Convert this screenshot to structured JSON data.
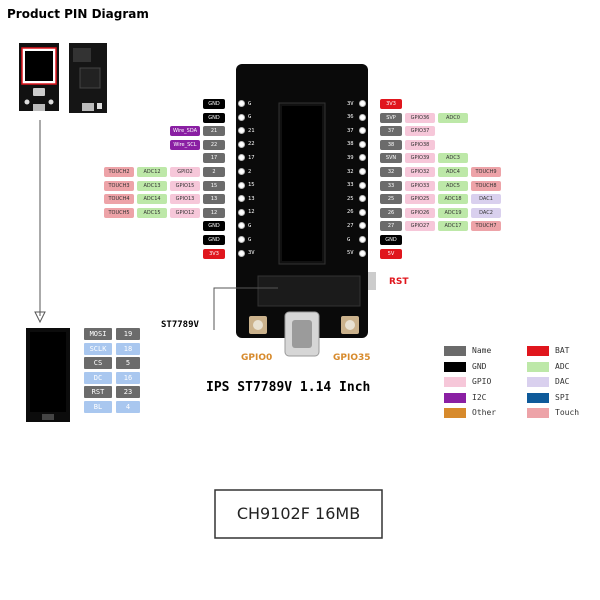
{
  "title": "Product PIN Diagram",
  "chip_label": "IPS ST7789V 1.14 Inch",
  "display_driver": "ST7789V",
  "bottom_box": "CH9102F 16MB",
  "buttons": {
    "left": "GPIO0",
    "right": "GPIO35",
    "rst": "RST"
  },
  "colors": {
    "name": "#6b6b6b",
    "gnd": "#000000",
    "gpio": "#f6c7d9",
    "i2c": "#8a1fa3",
    "other": "#d78a2c",
    "bat": "#e0161d",
    "adc": "#bde8a8",
    "dac": "#d9d0ee",
    "spi": "#0e5a9a",
    "touch": "#eda3a8"
  },
  "left_rows": [
    {
      "pin": "G",
      "labels": [
        {
          "t": "GND",
          "c": "gnd"
        }
      ]
    },
    {
      "pin": "G",
      "labels": [
        {
          "t": "GND",
          "c": "gnd"
        }
      ]
    },
    {
      "pin": "21",
      "labels": [
        {
          "t": "Wire_SDA",
          "c": "i2c"
        },
        {
          "t": "21",
          "c": "name"
        }
      ]
    },
    {
      "pin": "22",
      "labels": [
        {
          "t": "Wire_SCL",
          "c": "i2c"
        },
        {
          "t": "22",
          "c": "name"
        }
      ]
    },
    {
      "pin": "17",
      "labels": [
        {
          "t": "17",
          "c": "name"
        }
      ]
    },
    {
      "pin": "2",
      "labels": [
        {
          "t": "TOUCH2",
          "c": "touch"
        },
        {
          "t": "ADC12",
          "c": "adc"
        },
        {
          "t": "GPIO2",
          "c": "gpio"
        },
        {
          "t": "2",
          "c": "name"
        }
      ]
    },
    {
      "pin": "15",
      "labels": [
        {
          "t": "TOUCH3",
          "c": "touch"
        },
        {
          "t": "ADC13",
          "c": "adc"
        },
        {
          "t": "GPIO15",
          "c": "gpio"
        },
        {
          "t": "15",
          "c": "name"
        }
      ]
    },
    {
      "pin": "13",
      "labels": [
        {
          "t": "TOUCH4",
          "c": "touch"
        },
        {
          "t": "ADC14",
          "c": "adc"
        },
        {
          "t": "GPIO13",
          "c": "gpio"
        },
        {
          "t": "13",
          "c": "name"
        }
      ]
    },
    {
      "pin": "12",
      "labels": [
        {
          "t": "TOUCH5",
          "c": "touch"
        },
        {
          "t": "ADC15",
          "c": "adc"
        },
        {
          "t": "GPIO12",
          "c": "gpio"
        },
        {
          "t": "12",
          "c": "name"
        }
      ]
    },
    {
      "pin": "G",
      "labels": [
        {
          "t": "GND",
          "c": "gnd"
        }
      ]
    },
    {
      "pin": "G",
      "labels": [
        {
          "t": "GND",
          "c": "gnd"
        }
      ]
    },
    {
      "pin": "3V",
      "labels": [
        {
          "t": "3V3",
          "c": "bat"
        }
      ]
    }
  ],
  "right_rows": [
    {
      "pin": "3V",
      "labels": [
        {
          "t": "3V3",
          "c": "bat"
        }
      ]
    },
    {
      "pin": "36",
      "labels": [
        {
          "t": "SVP",
          "c": "name"
        },
        {
          "t": "GPIO36",
          "c": "gpio"
        },
        {
          "t": "ADC0",
          "c": "adc"
        }
      ]
    },
    {
      "pin": "37",
      "labels": [
        {
          "t": "37",
          "c": "name"
        },
        {
          "t": "GPIO37",
          "c": "gpio"
        }
      ]
    },
    {
      "pin": "38",
      "labels": [
        {
          "t": "38",
          "c": "name"
        },
        {
          "t": "GPIO38",
          "c": "gpio"
        }
      ]
    },
    {
      "pin": "39",
      "labels": [
        {
          "t": "SVN",
          "c": "name"
        },
        {
          "t": "GPIO39",
          "c": "gpio"
        },
        {
          "t": "ADC3",
          "c": "adc"
        }
      ]
    },
    {
      "pin": "32",
      "labels": [
        {
          "t": "32",
          "c": "name"
        },
        {
          "t": "GPIO32",
          "c": "gpio"
        },
        {
          "t": "ADC4",
          "c": "adc"
        },
        {
          "t": "TOUCH9",
          "c": "touch"
        }
      ]
    },
    {
      "pin": "33",
      "labels": [
        {
          "t": "33",
          "c": "name"
        },
        {
          "t": "GPIO33",
          "c": "gpio"
        },
        {
          "t": "ADC5",
          "c": "adc"
        },
        {
          "t": "TOUCH8",
          "c": "touch"
        }
      ]
    },
    {
      "pin": "25",
      "labels": [
        {
          "t": "25",
          "c": "name"
        },
        {
          "t": "GPIO25",
          "c": "gpio"
        },
        {
          "t": "ADC18",
          "c": "adc"
        },
        {
          "t": "DAC1",
          "c": "dac"
        }
      ]
    },
    {
      "pin": "26",
      "labels": [
        {
          "t": "26",
          "c": "name"
        },
        {
          "t": "GPIO26",
          "c": "gpio"
        },
        {
          "t": "ADC19",
          "c": "adc"
        },
        {
          "t": "DAC2",
          "c": "dac"
        }
      ]
    },
    {
      "pin": "27",
      "labels": [
        {
          "t": "27",
          "c": "name"
        },
        {
          "t": "GPIO27",
          "c": "gpio"
        },
        {
          "t": "ADC17",
          "c": "adc"
        },
        {
          "t": "TOUCH7",
          "c": "touch"
        }
      ]
    },
    {
      "pin": "G",
      "labels": [
        {
          "t": "GND",
          "c": "gnd"
        }
      ]
    },
    {
      "pin": "5V",
      "labels": [
        {
          "t": "5V",
          "c": "bat"
        }
      ]
    }
  ],
  "display_pins": [
    {
      "name": "MOSI",
      "num": "19",
      "c": "name"
    },
    {
      "name": "SCLK",
      "num": "18",
      "c": "spi_light"
    },
    {
      "name": "CS",
      "num": "5",
      "c": "name"
    },
    {
      "name": "DC",
      "num": "16",
      "c": "spi_light"
    },
    {
      "name": "RST",
      "num": "23",
      "c": "name"
    },
    {
      "name": "BL",
      "num": "4",
      "c": "spi_light"
    }
  ],
  "legend": [
    {
      "label": "Name",
      "c": "name"
    },
    {
      "label": "BAT",
      "c": "bat"
    },
    {
      "label": "GND",
      "c": "gnd"
    },
    {
      "label": "ADC",
      "c": "adc"
    },
    {
      "label": "GPIO",
      "c": "gpio"
    },
    {
      "label": "DAC",
      "c": "dac"
    },
    {
      "label": "I2C",
      "c": "i2c"
    },
    {
      "label": "SPI",
      "c": "spi"
    },
    {
      "label": "Other",
      "c": "other"
    },
    {
      "label": "Touch",
      "c": "touch"
    }
  ]
}
